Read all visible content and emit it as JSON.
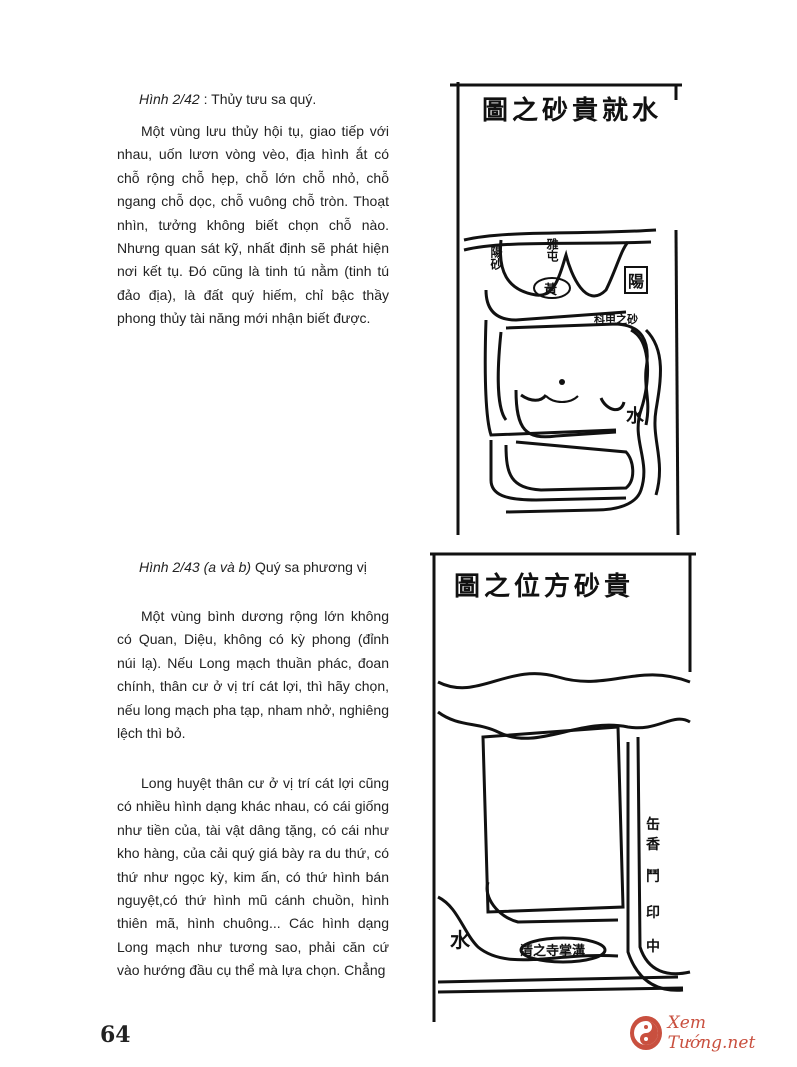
{
  "section1": {
    "caption_label": "Hình 2/42",
    "caption_text": ": Thủy tưu sa quý.",
    "paragraph": "Một vùng lưu thủy hội tụ, giao tiếp với nhau, uốn lươn vòng vèo, địa hình ắt có chỗ rộng chỗ hẹp, chỗ lớn chỗ nhỏ, chỗ ngang chỗ dọc, chỗ vuông chỗ tròn. Thoạt nhìn, tưởng không biết chọn chỗ nào. Nhưng quan sát kỹ, nhất định sẽ phát hiện nơi kết tụ. Đó cũng là tinh tú nằm (tinh tú đảo địa), là đất quý hiếm, chỉ bậc thầy phong thủy tài năng mới nhận biết được."
  },
  "section2": {
    "caption_label": "Hình 2/43 (a và b)",
    "caption_text": "Quý sa phương vị",
    "paragraph1": "Một vùng bình dương rộng lớn không có Quan, Diệu, không có kỳ phong (đỉnh núi lạ). Nếu Long mạch thuần phác, đoan chính, thân cư ở vị trí cát lợi, thì hãy chọn, nếu long mạch pha tạp, nham nhở, nghiêng lệch thì bỏ.",
    "paragraph2": "Long huyệt thân cư ở vị trí cát lợi cũng có nhiều hình dạng khác nhau, có cái giống như tiền của, tài vật dâng tặng, có cái như kho hàng, của cải quý giá bày ra du thứ, có thứ như ngọc kỳ, kim ấn, có thứ hình bán nguyệt,có thứ hình mũ cánh chuồn, hình thiên mã, hình chuông... Các hình dạng Long mạch như tương sao, phải căn cứ vào hướng đầu cụ thể mà lựa chọn. Chẳng"
  },
  "figure1": {
    "title": "圖之砂貴就水",
    "label_left": "陽砂",
    "label_top": "雅屯",
    "label_center": "黃",
    "label_right": "陽",
    "label_lower": "科甲之砂",
    "label_water": "水"
  },
  "figure2": {
    "title": "圖之位方砂貴",
    "marks_right": [
      "缶",
      "香",
      "鬥",
      "印",
      "中"
    ],
    "label_bottom": "清之寺掌溝",
    "label_left": "水"
  },
  "page_number": "64",
  "watermark": {
    "logo_icon": "yin-yang-icon",
    "text": "Xem Tướng.net",
    "color": "#c9503f"
  }
}
